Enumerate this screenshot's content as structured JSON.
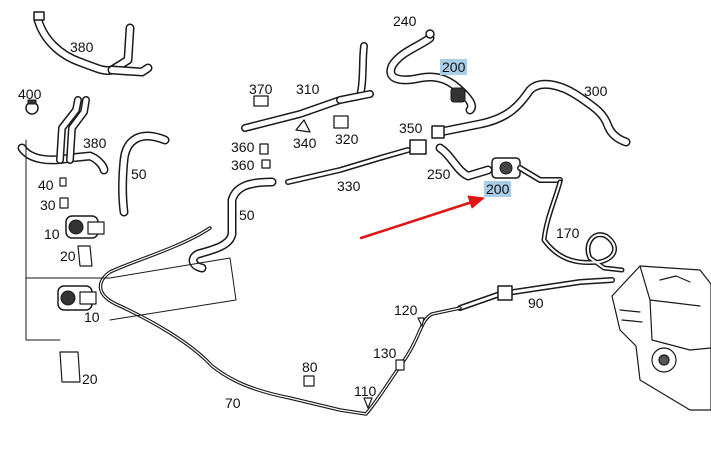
{
  "callouts": {
    "c380a": "380",
    "c240": "240",
    "c200a": "200",
    "c400": "400",
    "c370": "370",
    "c310": "310",
    "c300": "300",
    "c380b": "380",
    "c350": "350",
    "c360a": "360",
    "c340": "340",
    "c320": "320",
    "c50a": "50",
    "c360b": "360",
    "c330": "330",
    "c250": "250",
    "c40": "40",
    "c200b": "200",
    "c30": "30",
    "c50b": "50",
    "c170": "170",
    "c10a": "10",
    "c20a": "20",
    "c90": "90",
    "c10b": "10",
    "c120": "120",
    "c130": "130",
    "c20b": "20",
    "c80": "80",
    "c110": "110",
    "c70": "70"
  },
  "highlighted_callouts": [
    "200"
  ],
  "colors": {
    "line": "#1a1a1a",
    "hose_fill": "#ffffff",
    "highlight": "#a9cde6",
    "arrow": "#e01515"
  },
  "icons": [
    "pointer-arrow-icon"
  ]
}
